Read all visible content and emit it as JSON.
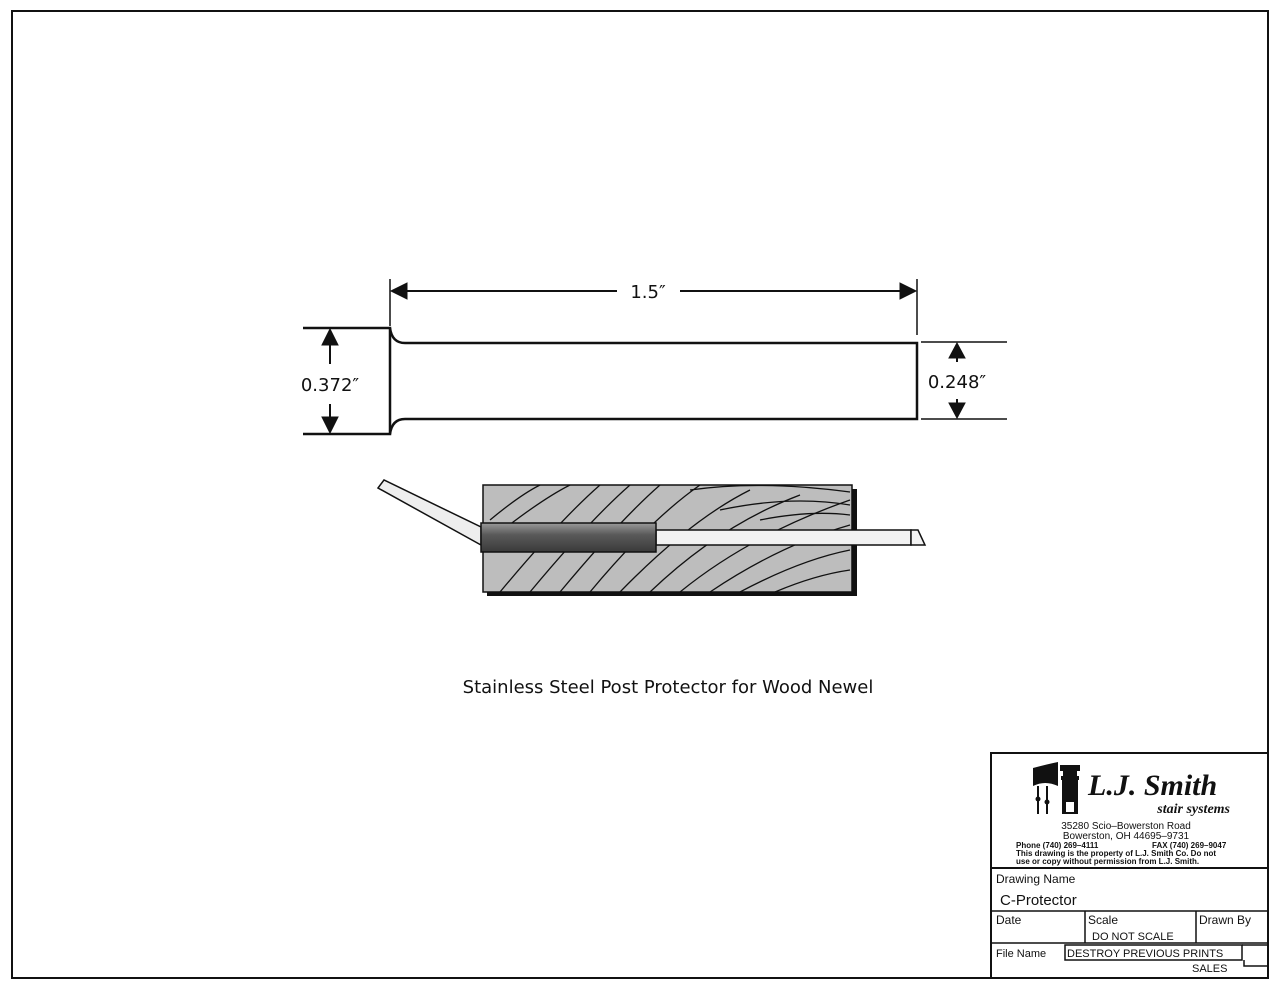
{
  "drawing": {
    "length_label": "1.5″",
    "head_diameter_label": "0.372″",
    "shank_diameter_label": "0.248″",
    "caption": "Stainless Steel Post Protector for Wood Newel"
  },
  "title_block": {
    "logo_name": "L.J. Smith",
    "logo_tagline": "stair systems",
    "address_line1": "35280 Scio–Bowerston Road",
    "address_line2": "Bowerston, OH 44695–9731",
    "phone": "Phone (740) 269–4111",
    "fax": "FAX (740) 269–9047",
    "notice_line1": "This drawing is the property of L.J. Smith Co. Do not",
    "notice_line2": "use or copy without permission from L.J. Smith.",
    "drawing_name_label": "Drawing Name",
    "drawing_name": "C-Protector",
    "date_label": "Date",
    "scale_label": "Scale",
    "scale_value": "DO NOT SCALE",
    "drawn_by_label": "Drawn By",
    "file_name_label": "File Name",
    "file_name_note": "DESTROY PREVIOUS PRINTS",
    "department": "SALES"
  },
  "colors": {
    "line": "#111111",
    "wood": "#bdbdbd",
    "tube": "#555555"
  }
}
